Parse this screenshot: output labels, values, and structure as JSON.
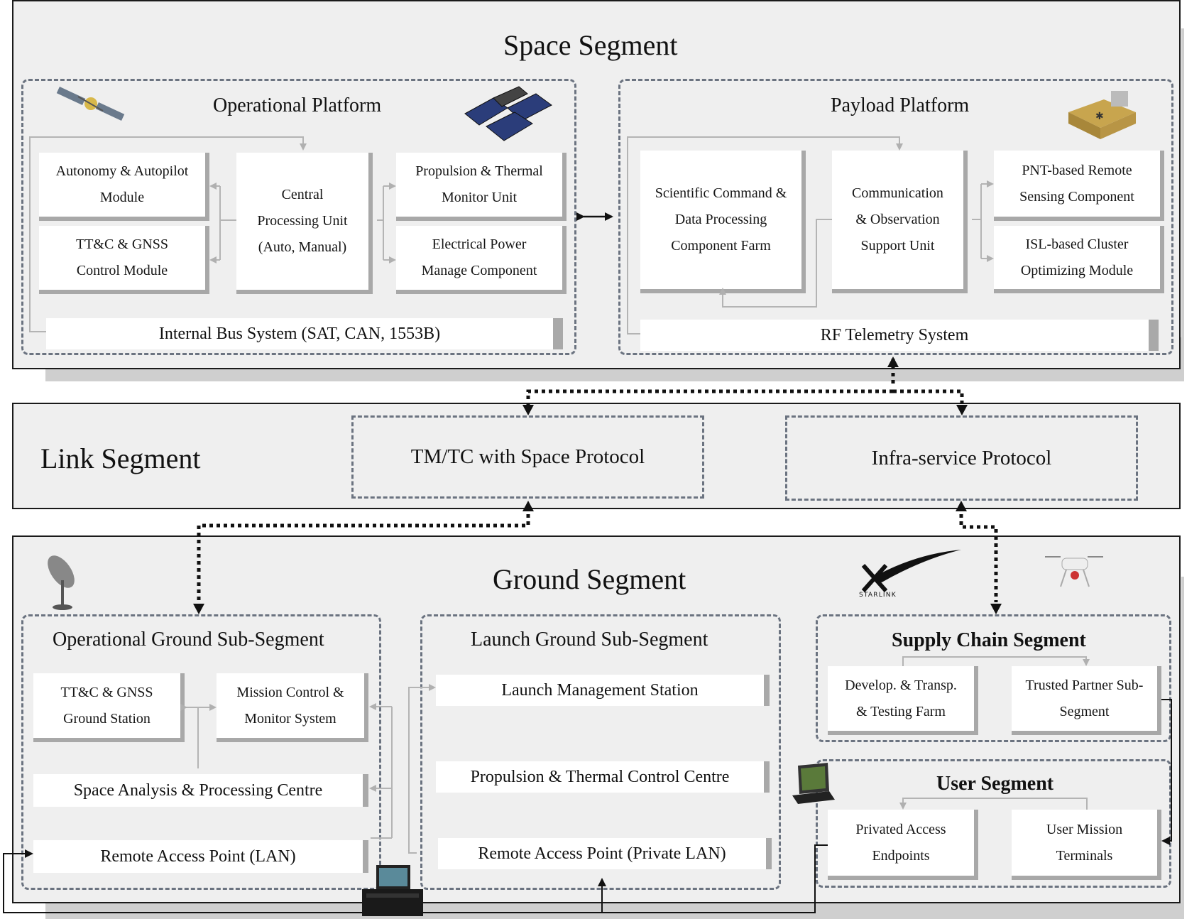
{
  "space": {
    "title": "Space Segment",
    "operational": {
      "title": "Operational Platform",
      "autonomy": "Autonomy & Autopilot\nModule",
      "ttc": "TT&C & GNSS\nControl Module",
      "cpu": "Central\nProcessing Unit\n(Auto, Manual)",
      "propulsion": "Propulsion & Thermal\nMonitor Unit",
      "power": "Electrical Power\nManage Component",
      "bus": "Internal Bus System (SAT, CAN, 1553B)"
    },
    "payload": {
      "title": "Payload Platform",
      "scientific": "Scientific Command &\nData Processing\nComponent Farm",
      "comm": "Communication\n& Observation\nSupport Unit",
      "pnt": "PNT-based Remote\nSensing Component",
      "isl": "ISL-based Cluster\nOptimizing Module",
      "rf": "RF Telemetry System"
    }
  },
  "link": {
    "title": "Link Segment",
    "tmtc": "TM/TC with Space Protocol",
    "infra": "Infra-service Protocol"
  },
  "ground": {
    "title": "Ground Segment",
    "operational": {
      "title": "Operational Ground Sub-Segment",
      "ttc_station": "TT&C & GNSS\nGround Station",
      "mission_control": "Mission Control &\nMonitor System",
      "space_analysis": "Space Analysis & Processing Centre",
      "remote_lan": "Remote Access Point (LAN)"
    },
    "launch": {
      "title": "Launch Ground Sub-Segment",
      "management": "Launch Management Station",
      "propulsion": "Propulsion & Thermal Control Centre",
      "remote_private": "Remote Access Point (Private LAN)"
    },
    "supply": {
      "title": "Supply Chain Segment",
      "develop": "Develop. & Transp.\n& Testing Farm",
      "trusted": "Trusted Partner Sub-\nSegment"
    },
    "user": {
      "title": "User Segment",
      "privated": "Privated Access\nEndpoints",
      "terminals": "User Mission\nTerminals"
    },
    "starlink_logo_text": "STARLINK"
  },
  "colors": {
    "segment_bg": "#efefef",
    "dash_border": "#6b7380",
    "box_shadow": "#a8a8a8",
    "line": "#1a1a1a"
  },
  "icons": [
    "satellite-icon",
    "cubesat-icon",
    "payload-hardware-icon",
    "dish-antenna-icon",
    "starlink-logo",
    "drone-icon",
    "rugged-laptop-icon",
    "field-station-case-icon"
  ]
}
